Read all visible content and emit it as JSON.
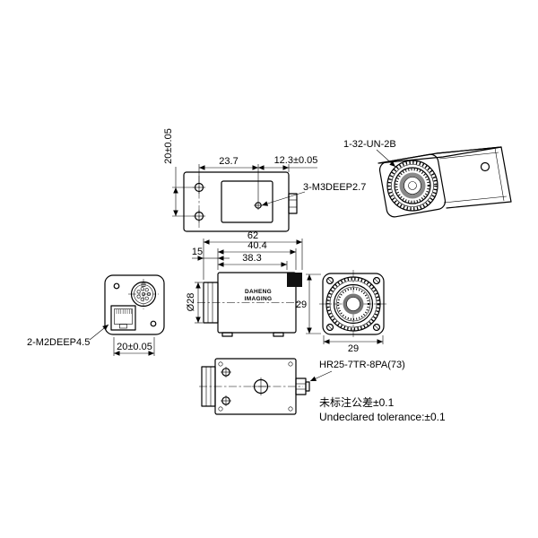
{
  "drawing": {
    "subject": "Industrial camera dimensional drawing",
    "background_color": "#ffffff",
    "line_color": "#000000"
  },
  "views": {
    "top": {
      "dim_hole_spacing": "20±0.05",
      "dim_cover": "23.7",
      "dim_hole_offset": "12.3±0.05",
      "label_screw_holes": "3-M3DEEP2.7"
    },
    "perspective": {
      "label_lens_thread": "1-32-UN-2B"
    },
    "side": {
      "dim_total_length": "62",
      "dim_lens_length": "15",
      "dim_body_length": "40.4",
      "dim_body_to_connector": "38.3",
      "dim_lens_diameter": "Ø28",
      "dim_height": "29",
      "logo_line1": "DAHENG",
      "logo_line2": "IMAGING"
    },
    "front": {
      "dim_width": "29"
    },
    "back": {
      "label_screw_holes": "2-M2DEEP4.5",
      "dim_hole_spacing": "20±0.05"
    },
    "bottom": {
      "label_connector": "HR25-7TR-8PA(73)"
    }
  },
  "notes": {
    "tolerance_cn": "未标注公差±0.1",
    "tolerance_en": "Undeclared tolerance:±0.1"
  }
}
